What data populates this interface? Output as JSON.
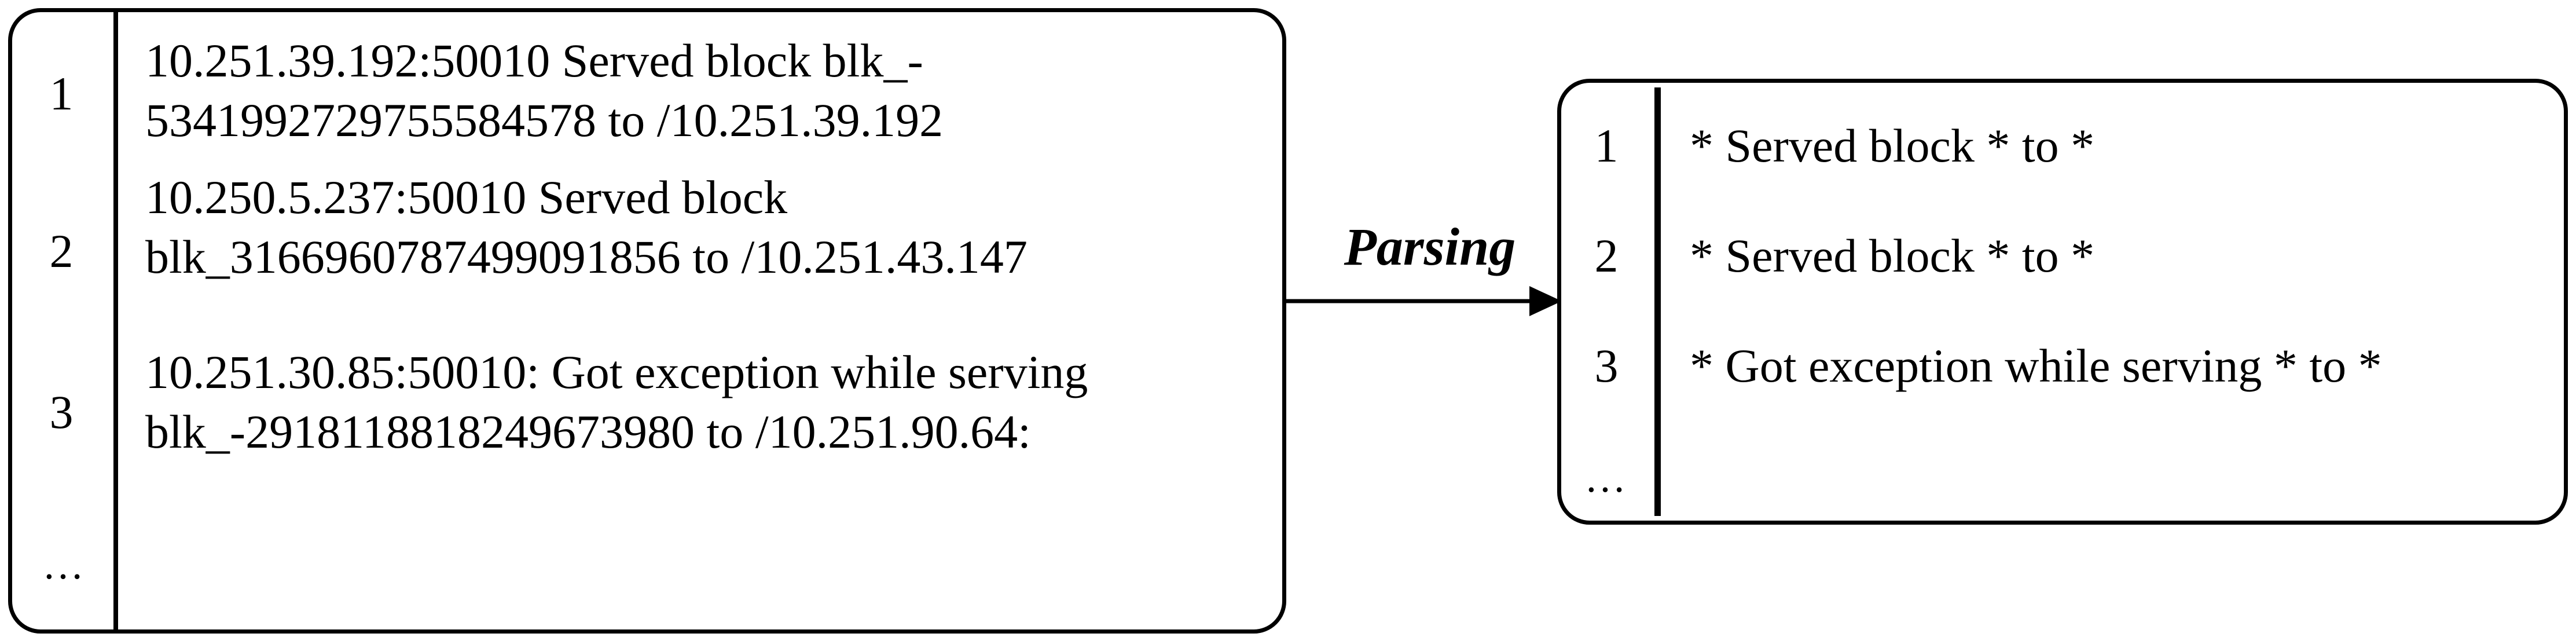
{
  "raw_logs": {
    "rows": [
      {
        "index": "1",
        "line1": "10.251.39.192:50010 Served block blk_-",
        "line2": "5341992729755584578 to /10.251.39.192"
      },
      {
        "index": "2",
        "line1": "10.250.5.237:50010 Served block",
        "line2": "blk_3166960787499091856 to /10.251.43.147"
      },
      {
        "index": "3",
        "line1": "10.251.30.85:50010: Got exception while serving",
        "line2": "blk_-2918118818249673980 to /10.251.90.64:"
      }
    ],
    "ellipsis": "…"
  },
  "arrow": {
    "label": "Parsing"
  },
  "parsed_templates": {
    "rows": [
      {
        "index": "1",
        "template": "* Served block * to *"
      },
      {
        "index": "2",
        "template": "* Served block * to *"
      },
      {
        "index": "3",
        "template": "* Got exception while serving * to *"
      }
    ],
    "ellipsis": "…"
  }
}
